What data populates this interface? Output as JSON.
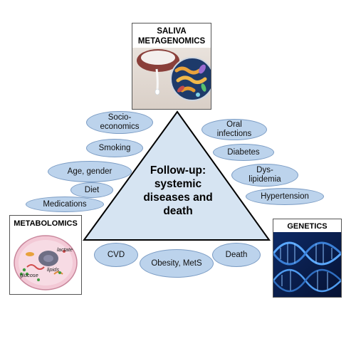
{
  "center": {
    "line1": "Follow-up:",
    "line2": "systemic",
    "line3": "diseases and",
    "line4": "death"
  },
  "panels": {
    "saliva": {
      "line1": "SALIVA",
      "line2": "METAGENOMICS"
    },
    "metabolomics": {
      "title": "METABOLOMICS",
      "labels": {
        "lactate": "lactate",
        "lipids": "lipids",
        "glucose": "glucose"
      }
    },
    "genetics": {
      "title": "GENETICS"
    }
  },
  "left_factors": {
    "socioeconomics_1": "Socio-",
    "socioeconomics_2": "economics",
    "smoking": "Smoking",
    "age_gender": "Age, gender",
    "diet": "Diet",
    "medications": "Medications"
  },
  "right_factors": {
    "oral_1": "Oral",
    "oral_2": "infections",
    "diabetes": "Diabetes",
    "dys_1": "Dys-",
    "dys_2": "lipidemia",
    "hypertension": "Hypertension"
  },
  "outcomes": {
    "cvd": "CVD",
    "obesity": "Obesity, MetS",
    "death": "Death"
  },
  "colors": {
    "triangle_fill": "#d6e4f2",
    "ellipse_fill": "#bcd3ec",
    "dna_dark": "#0a1e4a",
    "dna_bright": "#5aa8ff",
    "cell_fill": "#f3c9d6"
  }
}
